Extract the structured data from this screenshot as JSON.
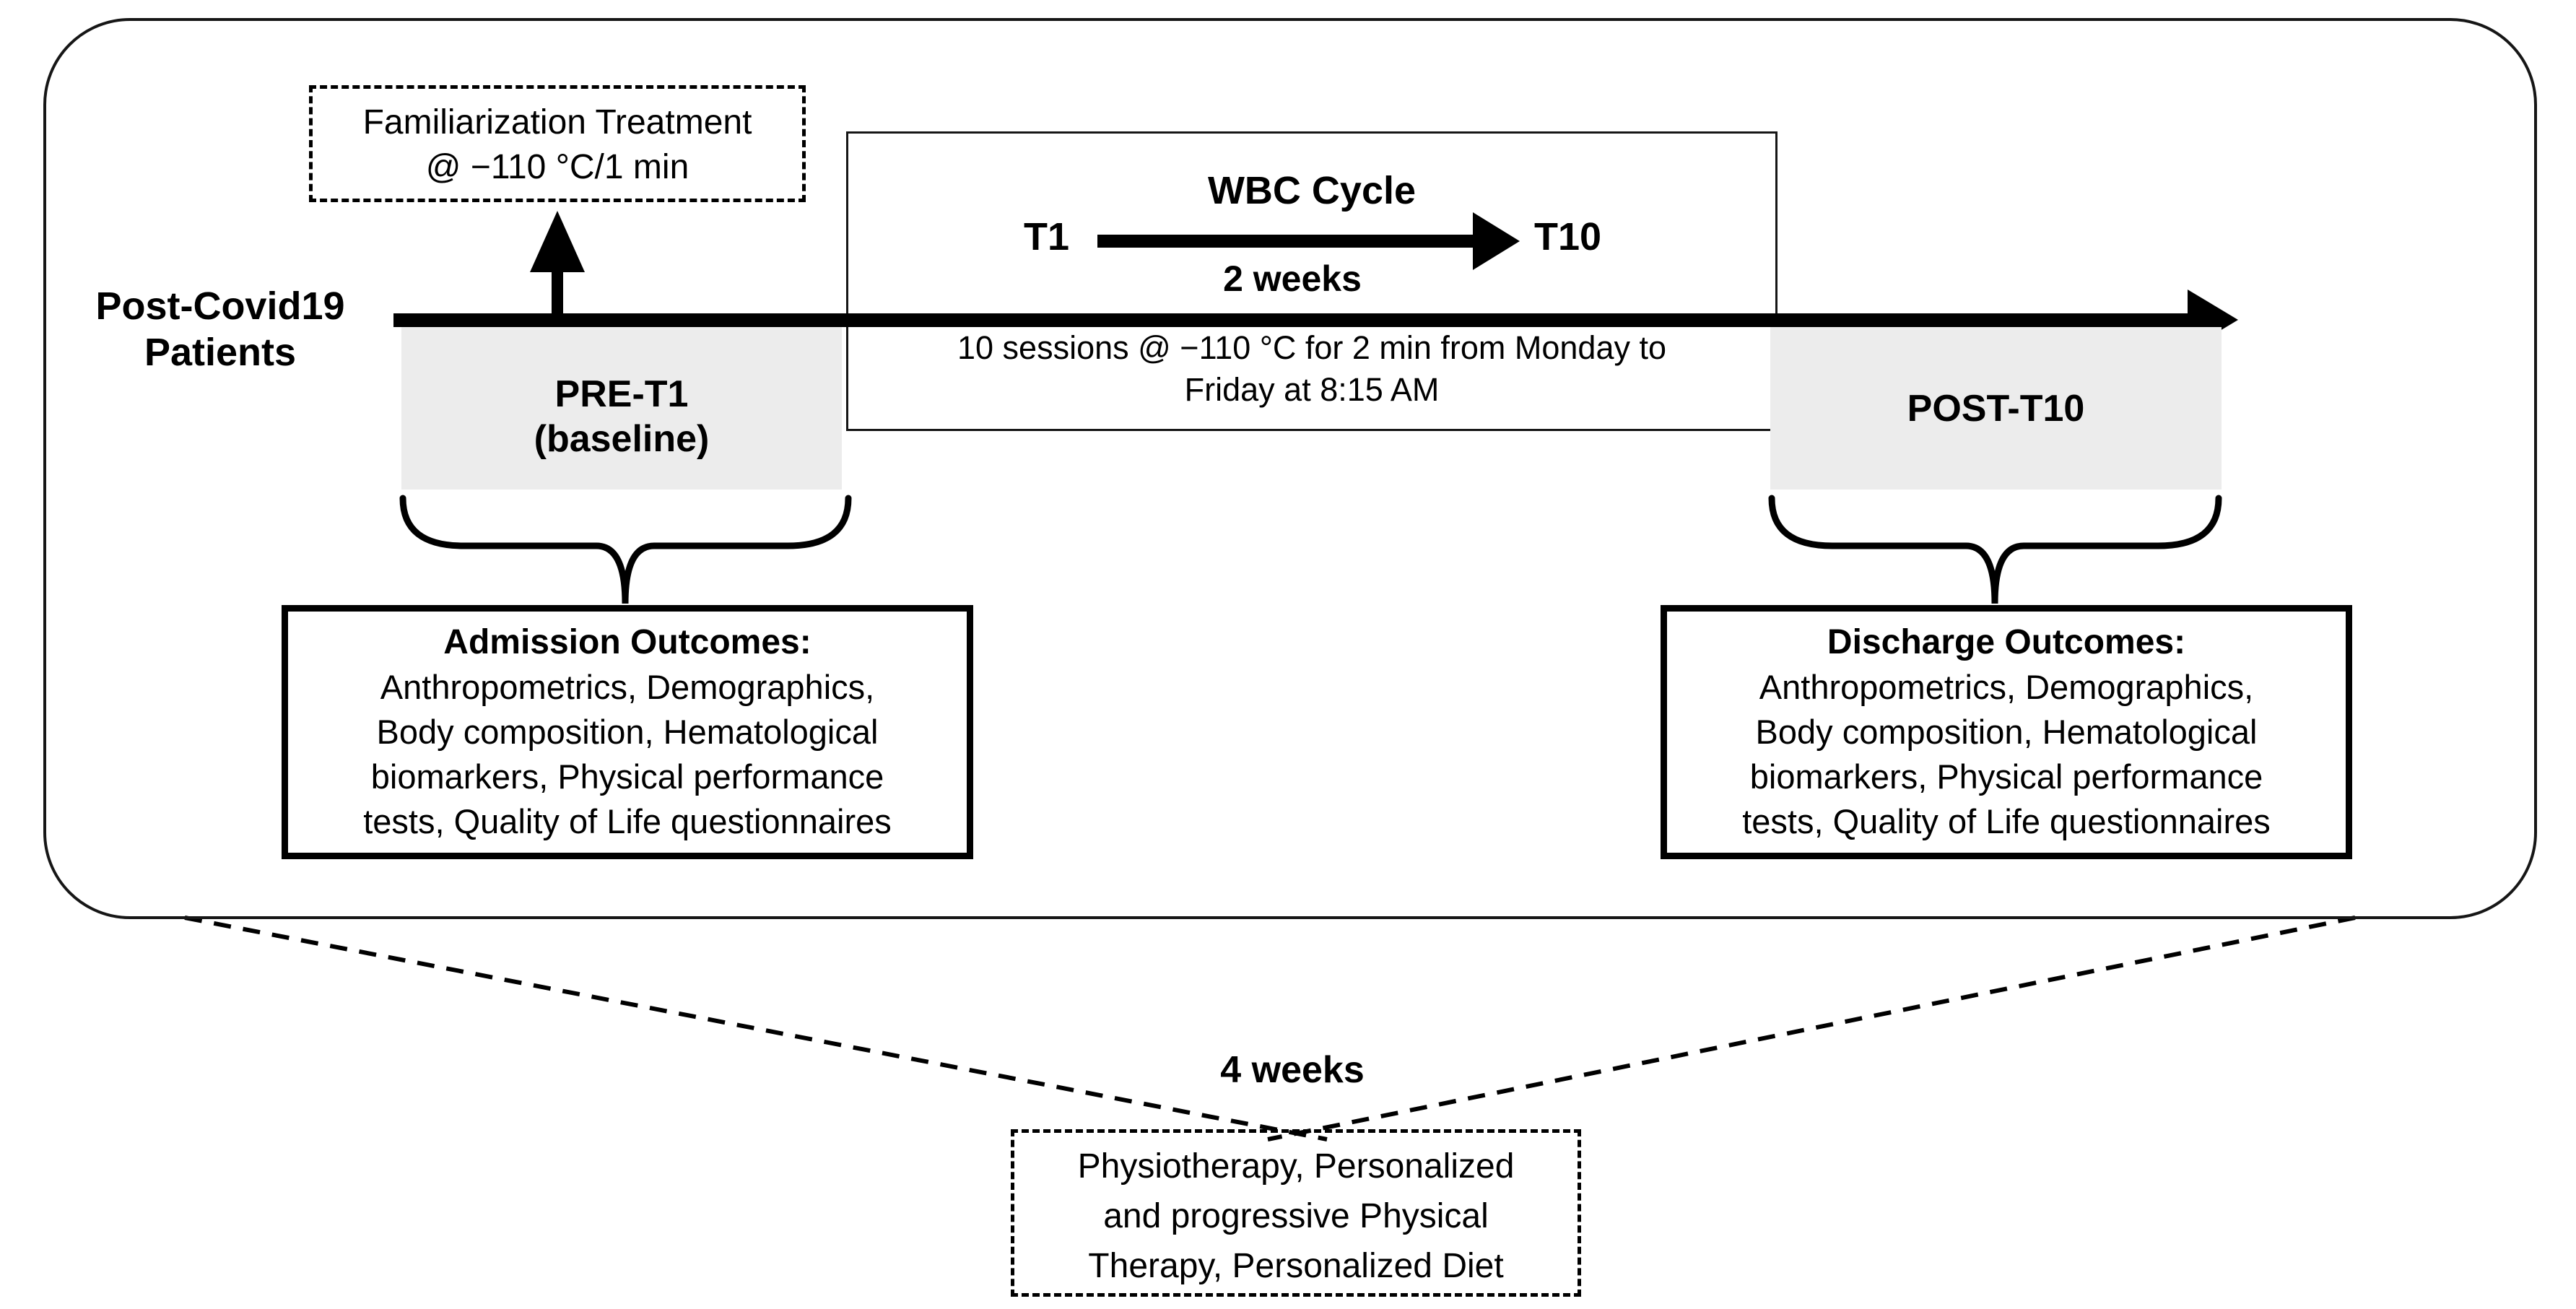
{
  "figure": {
    "colors": {
      "line": "#000000",
      "period_box_fill": "#ececec",
      "background": "#ffffff"
    },
    "patients": {
      "line1": "Post-Covid19",
      "line2": "Patients"
    },
    "familiarization": {
      "line1": "Familiarization Treatment",
      "line2": "@ −110 °C/1 min"
    },
    "wbc": {
      "title": "WBC Cycle",
      "start_label": "T1",
      "end_label": "T10",
      "duration": "2 weeks",
      "sessions_line1": "10 sessions @ −110 °C for 2 min from Monday to",
      "sessions_line2": "Friday at 8:15 AM"
    },
    "pre": {
      "line1": "PRE-T1",
      "line2": "(baseline)"
    },
    "post": {
      "label": "POST-T10"
    },
    "admission": {
      "title": "Admission Outcomes:",
      "lines": [
        "Anthropometrics, Demographics,",
        "Body composition, Hematological",
        "biomarkers, Physical performance",
        "tests, Quality of Life questionnaires"
      ]
    },
    "discharge": {
      "title": "Discharge Outcomes:",
      "lines": [
        "Anthropometrics, Demographics,",
        "Body composition, Hematological",
        "biomarkers, Physical performance",
        "tests, Quality of Life questionnaires"
      ]
    },
    "recovery": {
      "duration": "4 weeks",
      "line1": "Physiotherapy, Personalized",
      "line2": "and progressive Physical",
      "line3": "Therapy, Personalized Diet"
    }
  }
}
